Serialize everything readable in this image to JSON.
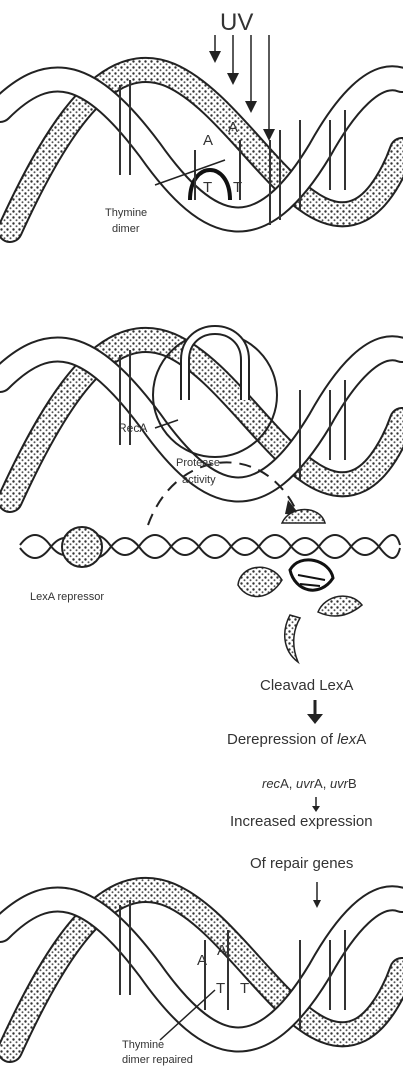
{
  "top": {
    "uv_label": "UV",
    "base_a1": "A",
    "base_a2": "A",
    "base_t1": "T",
    "base_t2": "T",
    "dimer_label_line1": "Thymine",
    "dimer_label_line2": "dimer"
  },
  "middle": {
    "reca_label": "RecA",
    "protease_line1": "Protease",
    "protease_line2": "activity",
    "lexa_label": "LexA repressor"
  },
  "pathway": {
    "step1": "Cleavad LexA",
    "step2_prefix": "Derepression of ",
    "step2_italic": "lex",
    "step2_suffix": "A",
    "step3_g1_italic": "rec",
    "step3_g1_suffix": "A, ",
    "step3_g2_italic": "uvr",
    "step3_g2_suffix": "A, ",
    "step3_g3_italic": "uvr",
    "step3_g3_suffix": "B",
    "step4": "Increased expression",
    "step5": "Of repair genes"
  },
  "bottom": {
    "base_a1": "A",
    "base_a2": "A",
    "base_t1": "T",
    "base_t2": "T",
    "repaired_line1": "Thymine",
    "repaired_line2": "dimer repaired"
  }
}
